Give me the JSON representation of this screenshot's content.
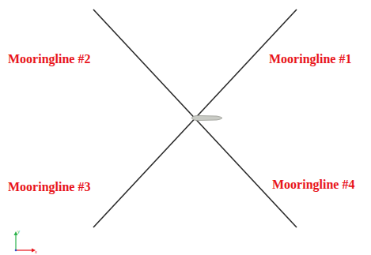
{
  "diagram": {
    "labels": [
      "Mooringline #2",
      "Mooringline #1",
      "Mooringline #3",
      "Mooringline #4",
      "y",
      "x"
    ]
  }
}
